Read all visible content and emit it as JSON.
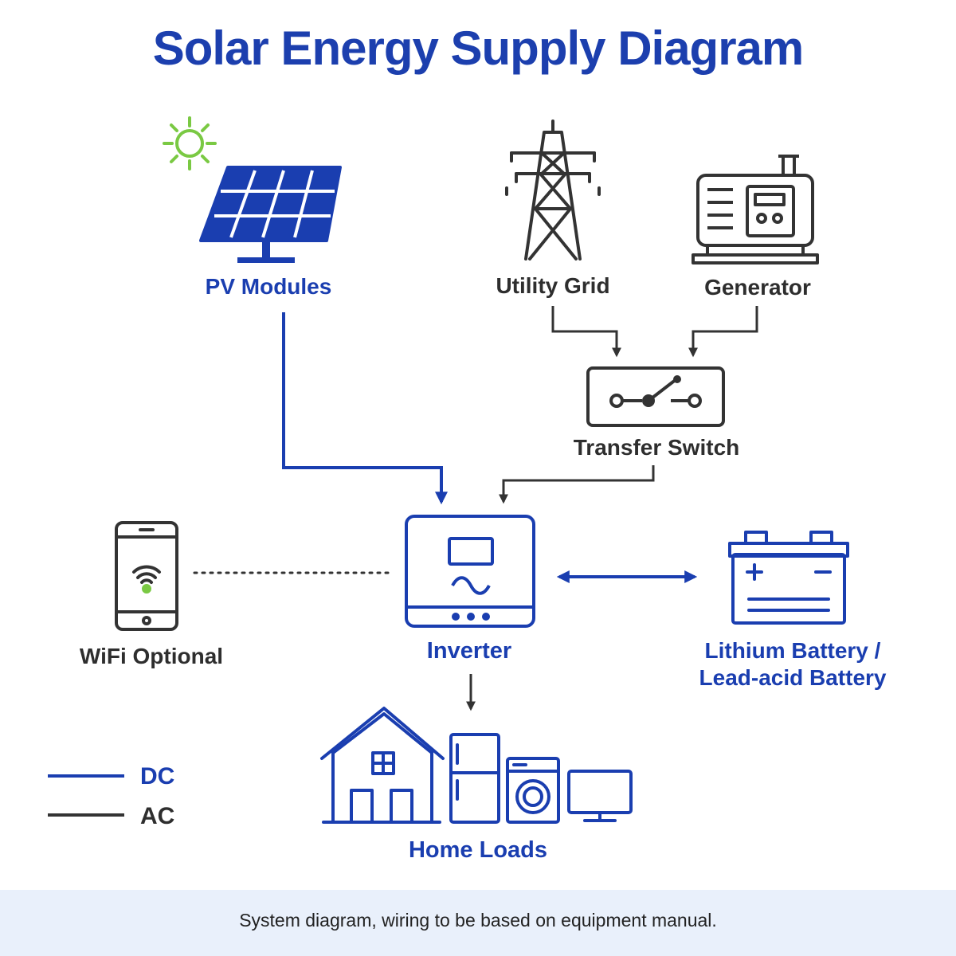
{
  "title": "Solar Energy Supply Diagram",
  "nodes": {
    "pv": "PV Modules",
    "grid": "Utility Grid",
    "generator": "Generator",
    "transfer_switch": "Transfer Switch",
    "inverter": "Inverter",
    "wifi": "WiFi Optional",
    "battery_line1": "Lithium Battery /",
    "battery_line2": "Lead-acid Battery",
    "home": "Home Loads"
  },
  "legend": {
    "dc": "DC",
    "ac": "AC"
  },
  "footer": "System diagram, wiring to be based on equipment manual.",
  "colors": {
    "dc_blue": "#1a3eb0",
    "ac_dark": "#333333",
    "sun_green": "#7ac943",
    "footer_bg": "#e9f0fb"
  },
  "icons": [
    "sun-icon",
    "solar-panel-icon",
    "pylon-icon",
    "generator-icon",
    "switch-icon",
    "inverter-icon",
    "phone-wifi-icon",
    "battery-icon",
    "house-icon",
    "fridge-icon",
    "washer-icon",
    "monitor-icon"
  ]
}
